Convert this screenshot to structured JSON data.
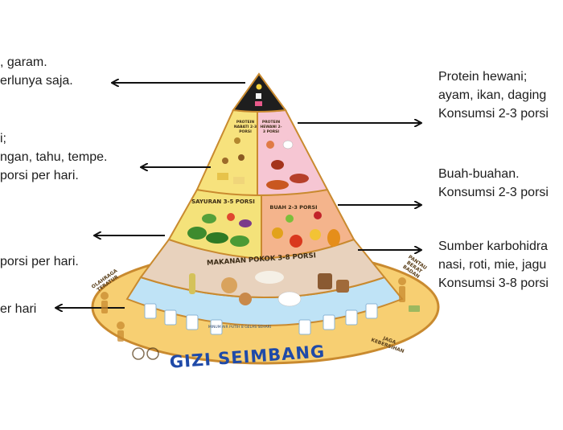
{
  "left_labels": [
    {
      "lines": [
        ", garam.",
        "erlunya saja."
      ]
    },
    {
      "lines": [
        "i;",
        "ngan, tahu, tempe.",
        "porsi per hari."
      ]
    },
    {
      "lines": [
        "porsi per hari."
      ]
    },
    {
      "lines": [
        "er hari"
      ]
    }
  ],
  "right_labels": [
    {
      "lines": [
        "Protein hewani;",
        "ayam, ikan, daging",
        "Konsumsi 2-3 porsi"
      ]
    },
    {
      "lines": [
        "Buah-buahan.",
        "Konsumsi 2-3 porsi"
      ]
    },
    {
      "lines": [
        "Sumber karbohidra",
        "nasi, roti, mie, jagu",
        "Konsumsi 3-8 porsi"
      ]
    }
  ],
  "pyramid": {
    "title": "GIZI SEIMBANG",
    "tiers": {
      "protein_nabati": "PROTEIN NABATI 2-3 PORSI",
      "protein_hewani": "PROTEIN HEWANI 2-3 PORSI",
      "sayuran": "SAYURAN 3-5 PORSI",
      "buah": "BUAH 2-3 PORSI",
      "makanan_pokok": "MAKANAN POKOK 3-8 PORSI",
      "air": "MINUM AIR PUTIH 8 GELAS SEHARI"
    },
    "side_labels": {
      "olahraga": "OLAHRAGA TERATUR",
      "pantau_bb": "PANTAU BERAT BADAN",
      "jaga_kebersihan": "JAGA KEBERSIHAN"
    }
  },
  "colors": {
    "text": "#1d1d1d",
    "arrow": "#111111",
    "base": "#f7cf72",
    "base_border": "#c98a2f",
    "water": "#bfe3f6",
    "staple": "#e8d2bd",
    "vegetable": "#f4e27a",
    "fruit": "#f4b48c",
    "protein_plant": "#f7e27d",
    "protein_animal": "#f6c6d3",
    "top": "#1e1e1e",
    "title": "#1f4aa8"
  }
}
